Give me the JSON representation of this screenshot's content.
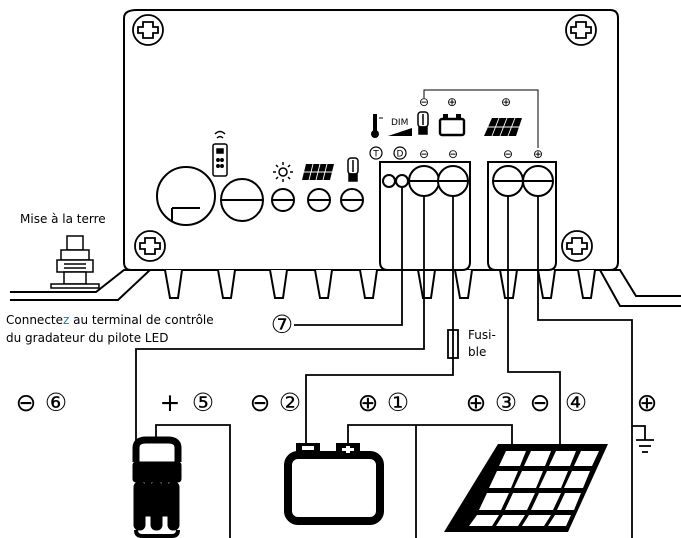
{
  "ground_label": "Mise à la terre",
  "connect_note": {
    "line1_before": "Connecte",
    "line1_accent": "z",
    "line1_after": " au terminal de contrôle",
    "line2": "du gradateur du pilote LED",
    "accent_color": "#2a6fc9"
  },
  "fuse_label": {
    "line1": "Fusi-",
    "line2": "ble"
  },
  "dim_label": "DIM",
  "terminal_letters": {
    "t": "T",
    "d": "D"
  },
  "terminal_numbers": {
    "n1": "①",
    "n2": "②",
    "n3": "③",
    "n4": "④",
    "n5": "⑤",
    "n6": "⑥",
    "n7": "⑦"
  },
  "polarity": {
    "minus": "⊖",
    "plus": "⊕",
    "plain_plus": "+"
  }
}
